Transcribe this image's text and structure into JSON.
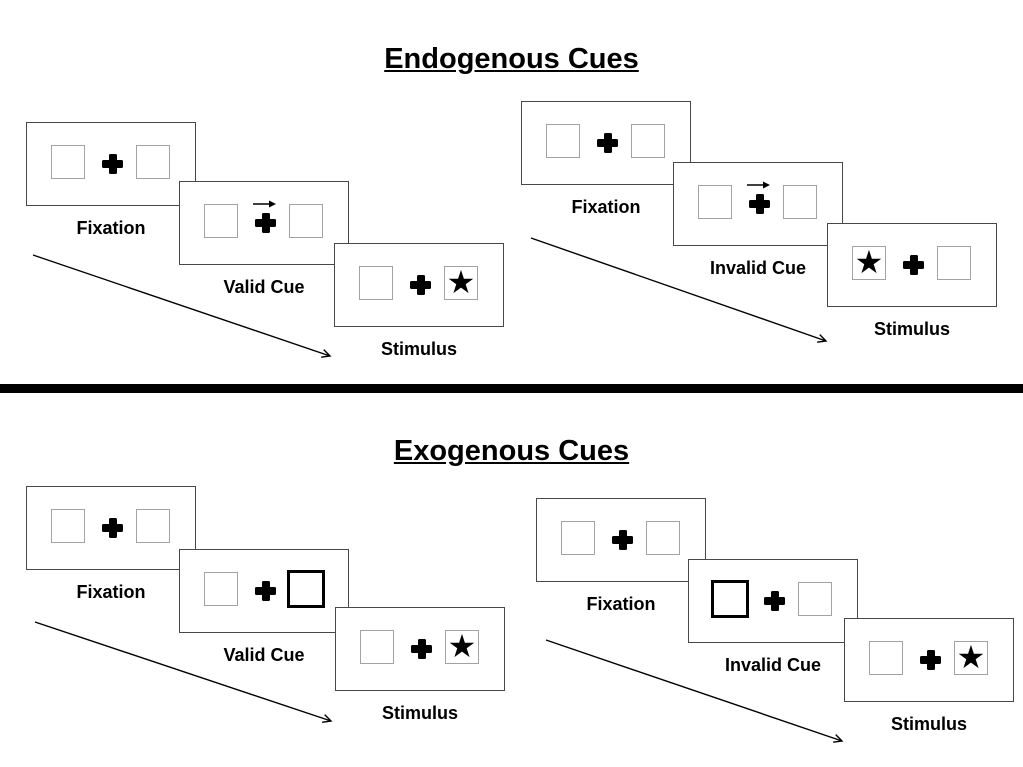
{
  "sections": [
    {
      "title": "Endogenous Cues",
      "groups": [
        {
          "name": "valid-trial",
          "panels": [
            {
              "label": "Fixation",
              "left_box": "empty",
              "right_box": "empty",
              "cue": "none"
            },
            {
              "label": "Valid Cue",
              "left_box": "empty",
              "right_box": "empty",
              "cue": "central-arrow-pointing-right"
            },
            {
              "label": "Stimulus",
              "left_box": "empty",
              "right_box": "star",
              "cue": "none"
            }
          ]
        },
        {
          "name": "invalid-trial",
          "panels": [
            {
              "label": "Fixation",
              "left_box": "empty",
              "right_box": "empty",
              "cue": "none"
            },
            {
              "label": "Invalid Cue",
              "left_box": "empty",
              "right_box": "empty",
              "cue": "central-arrow-pointing-right"
            },
            {
              "label": "Stimulus",
              "left_box": "star",
              "right_box": "empty",
              "cue": "none"
            }
          ]
        }
      ]
    },
    {
      "title": "Exogenous Cues",
      "groups": [
        {
          "name": "valid-trial",
          "panels": [
            {
              "label": "Fixation",
              "left_box": "empty",
              "right_box": "empty",
              "cue": "none"
            },
            {
              "label": "Valid Cue",
              "left_box": "empty",
              "right_box": "bold-outline",
              "cue": "peripheral-highlight-right"
            },
            {
              "label": "Stimulus",
              "left_box": "empty",
              "right_box": "star",
              "cue": "none"
            }
          ]
        },
        {
          "name": "invalid-trial",
          "panels": [
            {
              "label": "Fixation",
              "left_box": "empty",
              "right_box": "empty",
              "cue": "none"
            },
            {
              "label": "Invalid Cue",
              "left_box": "bold-outline",
              "right_box": "empty",
              "cue": "peripheral-highlight-left"
            },
            {
              "label": "Stimulus",
              "left_box": "empty",
              "right_box": "star",
              "cue": "none"
            }
          ]
        }
      ]
    }
  ],
  "glyphs": {
    "star": "★"
  },
  "icons": {
    "fixation_cross": "heavy-plus-cross",
    "cue_arrow": "thin-right-arrow",
    "timeline_arrow": "diagonal-open-head-arrow"
  },
  "colors": {
    "ink": "#000000",
    "panel_border": "#484848",
    "box_border": "#a3a3a3",
    "background": "#ffffff"
  }
}
